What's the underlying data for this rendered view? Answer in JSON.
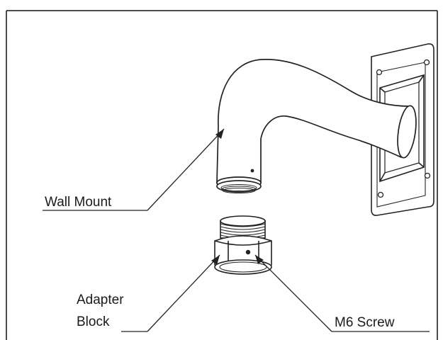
{
  "labels": {
    "wall_mount": "Wall Mount",
    "adapter_block_line1": "Adapter",
    "adapter_block_line2": "Block",
    "m6_screw": "M6 Screw"
  },
  "parts": [
    "wall-mount",
    "adapter-block",
    "m6-screw",
    "wall-plate"
  ],
  "colors": {
    "line": "#222222",
    "frame": "#111111",
    "background": "#ffffff"
  }
}
